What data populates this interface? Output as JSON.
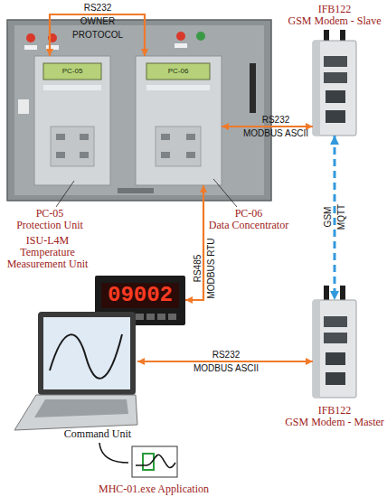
{
  "diagram": {
    "nodes": [
      {
        "text": [
          "PC-05",
          "PC-05 Protection Unit"
        ]
      },
      {
        "text": [
          "PC-06",
          "PC-06 Data Concentrator"
        ]
      },
      {
        "text": [
          "IFB122 GSM Modem - Slave"
        ]
      },
      {
        "text": [
          "ISU-L4M Temperature Measurement Unit",
          "09002"
        ]
      },
      {
        "text": [
          "IFB122 GSM Modem - Master"
        ]
      },
      {
        "text": [
          "Command Unit"
        ]
      },
      {
        "text": [
          "MHC-01.exe Application"
        ]
      }
    ],
    "edges": [
      {
        "from": 0,
        "to": 1,
        "label": "RS232 OWNER PROTOCOL",
        "arrow": "both"
      },
      {
        "from": 1,
        "to": 2,
        "label": "RS232 MODBUS ASCII",
        "arrow": "both"
      },
      {
        "from": 1,
        "to": 3,
        "label": "RS485 MODBUS RTU",
        "arrow": "both"
      },
      {
        "from": 2,
        "to": 4,
        "label": "GSM MQTT",
        "arrow": "both"
      },
      {
        "from": 5,
        "to": 4,
        "label": "RS232 MODBUS ASCII",
        "arrow": "both"
      },
      {
        "from": 5,
        "to": 6,
        "arrow": "none"
      }
    ]
  }
}
